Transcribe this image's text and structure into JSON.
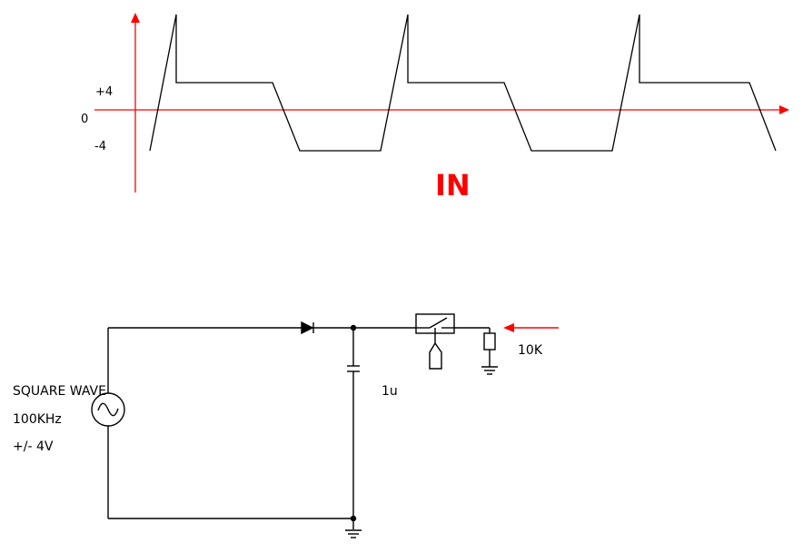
{
  "graph": {
    "title": "IN",
    "y_labels": {
      "plus": "+4",
      "zero": "0",
      "minus": "-4"
    },
    "axis_color": "#ff0000",
    "wave_color": "#000000"
  },
  "circuit": {
    "source_lines": [
      "SQUARE WAVE",
      "100KHz",
      "+/- 4V"
    ],
    "capacitor_label": "1u",
    "resistor_label": "10K",
    "probe_color": "#ff0000"
  }
}
